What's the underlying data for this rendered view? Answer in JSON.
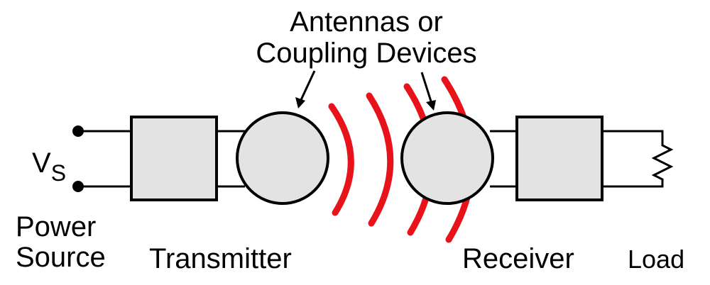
{
  "labels": {
    "source_symbol": "V",
    "source_subscript": "S",
    "power_source_line1": "Power",
    "power_source_line2": "Source",
    "transmitter": "Transmitter",
    "antennas_line1": "Antennas or",
    "antennas_line2": "Coupling Devices",
    "receiver": "Receiver",
    "load": "Load"
  },
  "colors": {
    "wave": "#e8121b",
    "block_fill": "#e3e3e3",
    "line": "#000000"
  }
}
